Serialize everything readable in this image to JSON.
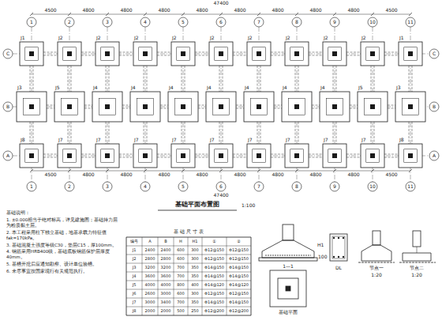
{
  "diagram": {
    "labels": [
      "1",
      "2",
      "3",
      "4",
      "5",
      "6",
      "7",
      "8",
      "9",
      "10",
      "11",
      "1",
      "2",
      "3",
      "4",
      "5",
      "6",
      "7",
      "8",
      "9",
      "10",
      "11",
      "C",
      "B",
      "A",
      "C",
      "B",
      "A",
      "4500",
      "4800",
      "4800",
      "4800",
      "4800",
      "4800",
      "4800",
      "4800",
      "4800",
      "4500",
      "47400",
      "4500",
      "4800",
      "4800",
      "4800",
      "4800",
      "4800",
      "4800",
      "4800",
      "4800",
      "4500",
      "47400",
      "J1",
      "J2",
      "J2",
      "J2",
      "J2",
      "J2",
      "J2",
      "J2",
      "J2",
      "J2",
      "J1",
      "J3",
      "J5",
      "J4",
      "J4",
      "J4",
      "J4",
      "J4",
      "J4",
      "J4",
      "J5",
      "J3",
      "J8",
      "J7",
      "J7",
      "J7",
      "J7",
      "J7",
      "J7",
      "J7",
      "J7",
      "J7",
      "J8",
      "基础平面布置图",
      "1:100",
      "基础说明：",
      "1. ±0.000相当于绝对标高，详见建施图；基础持力层为粉质黏土层。",
      "2. 本工程采用柱下独立基础，地基承载力特征值fak=170kPa。",
      "3. 基础混凝土强度等级C30，垫层C15，厚100mm。",
      "4. 钢筋采用HRB400级，基础底板钢筋保护层厚度40mm。",
      "5. 基槽开挖后应通知勘察、设计单位验槽。",
      "6. 未尽事宜按国家现行有关规范执行。",
      "基 础 尺 寸 表",
      "编号",
      "A",
      "B",
      "H",
      "H1",
      "①",
      "②",
      "J1",
      "2400",
      "2400",
      "600",
      "300",
      "Φ12@150",
      "Φ12@150",
      "J2",
      "2800",
      "2800",
      "600",
      "300",
      "Φ12@150",
      "Φ12@150",
      "J3",
      "3200",
      "3200",
      "700",
      "350",
      "Φ14@150",
      "Φ14@150",
      "J4",
      "3600",
      "3600",
      "700",
      "350",
      "Φ14@150",
      "Φ14@150",
      "J5",
      "4000",
      "4000",
      "800",
      "400",
      "Φ14@120",
      "Φ14@120",
      "J6",
      "2600",
      "3000",
      "600",
      "300",
      "Φ12@150",
      "Φ12@150",
      "J7",
      "3000",
      "3400",
      "700",
      "350",
      "Φ14@150",
      "Φ14@150",
      "J8",
      "2000",
      "2000",
      "500",
      "250",
      "Φ12@200",
      "Φ12@200",
      "1—1",
      "基础平面",
      "DL",
      "节点一",
      "节点二",
      "1:20",
      "1:20",
      "H1",
      "100"
    ]
  }
}
